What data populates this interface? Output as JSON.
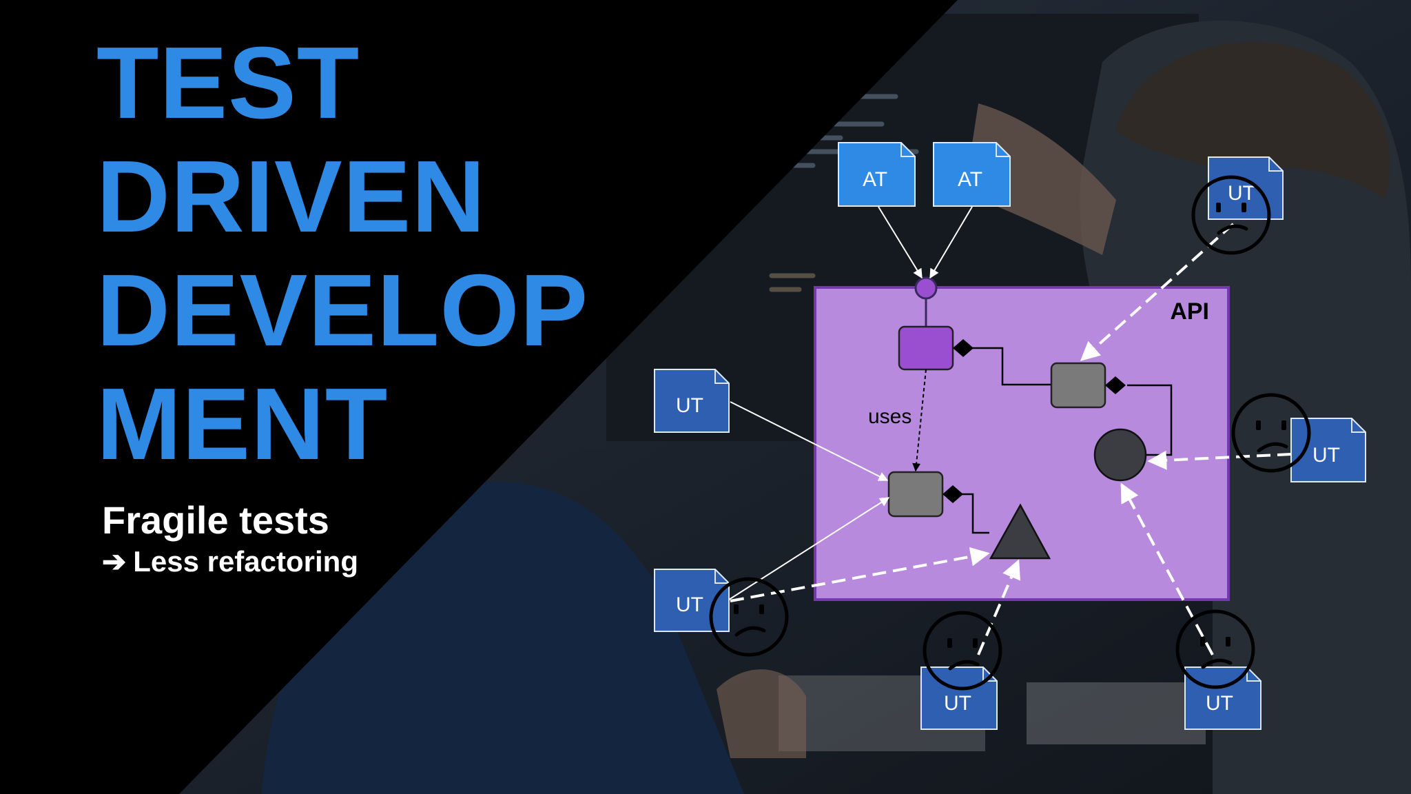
{
  "slide": {
    "title_lines": [
      "TEST",
      "DRIVEN",
      "DEVELOP",
      "MENT"
    ],
    "subtitle": "Fragile tests",
    "bullet": "Less refactoring",
    "bullet_arrow_icon": "right-arrow-icon",
    "colors": {
      "title": "#2f8ae6",
      "api_box": "#b88ade",
      "api_border": "#7438b0",
      "test_doc": "#2e5fb0",
      "component_gray": "#7a7a7a",
      "component_purple": "#9a4fd0"
    }
  },
  "diagram": {
    "api_label": "API",
    "uses_label": "uses",
    "acceptance_test_label": "AT",
    "unit_test_label": "UT",
    "sad_face_icon": "sad-face-icon"
  }
}
